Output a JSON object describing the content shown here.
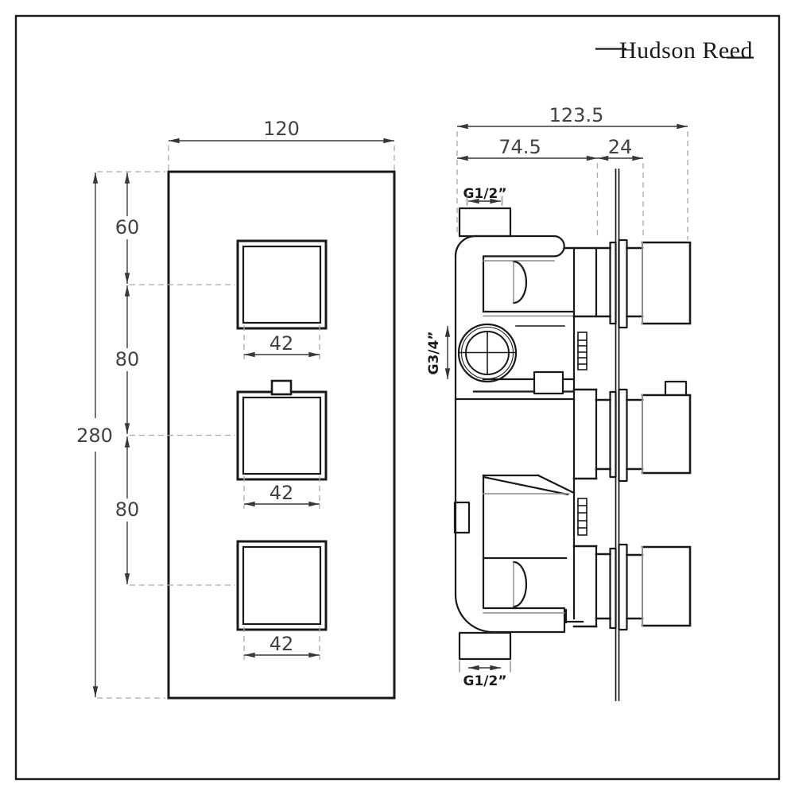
{
  "logo": {
    "text": "Hudson Reed"
  },
  "front_view": {
    "width_dim": "120",
    "overall_height_dim": "280",
    "top_offset_dim": "60",
    "mid_spacing_dim": "80",
    "bottom_spacing_dim": "80",
    "handle_width_dims": [
      "42",
      "42",
      "42"
    ]
  },
  "side_view": {
    "overall_depth_dim": "123.5",
    "recess_depth_dim": "74.5",
    "trim_depth_dim": "24",
    "top_inlet_thread": "G1/2”",
    "side_inlet_thread": "G3/4”",
    "bottom_outlet_thread": "G1/2”"
  }
}
